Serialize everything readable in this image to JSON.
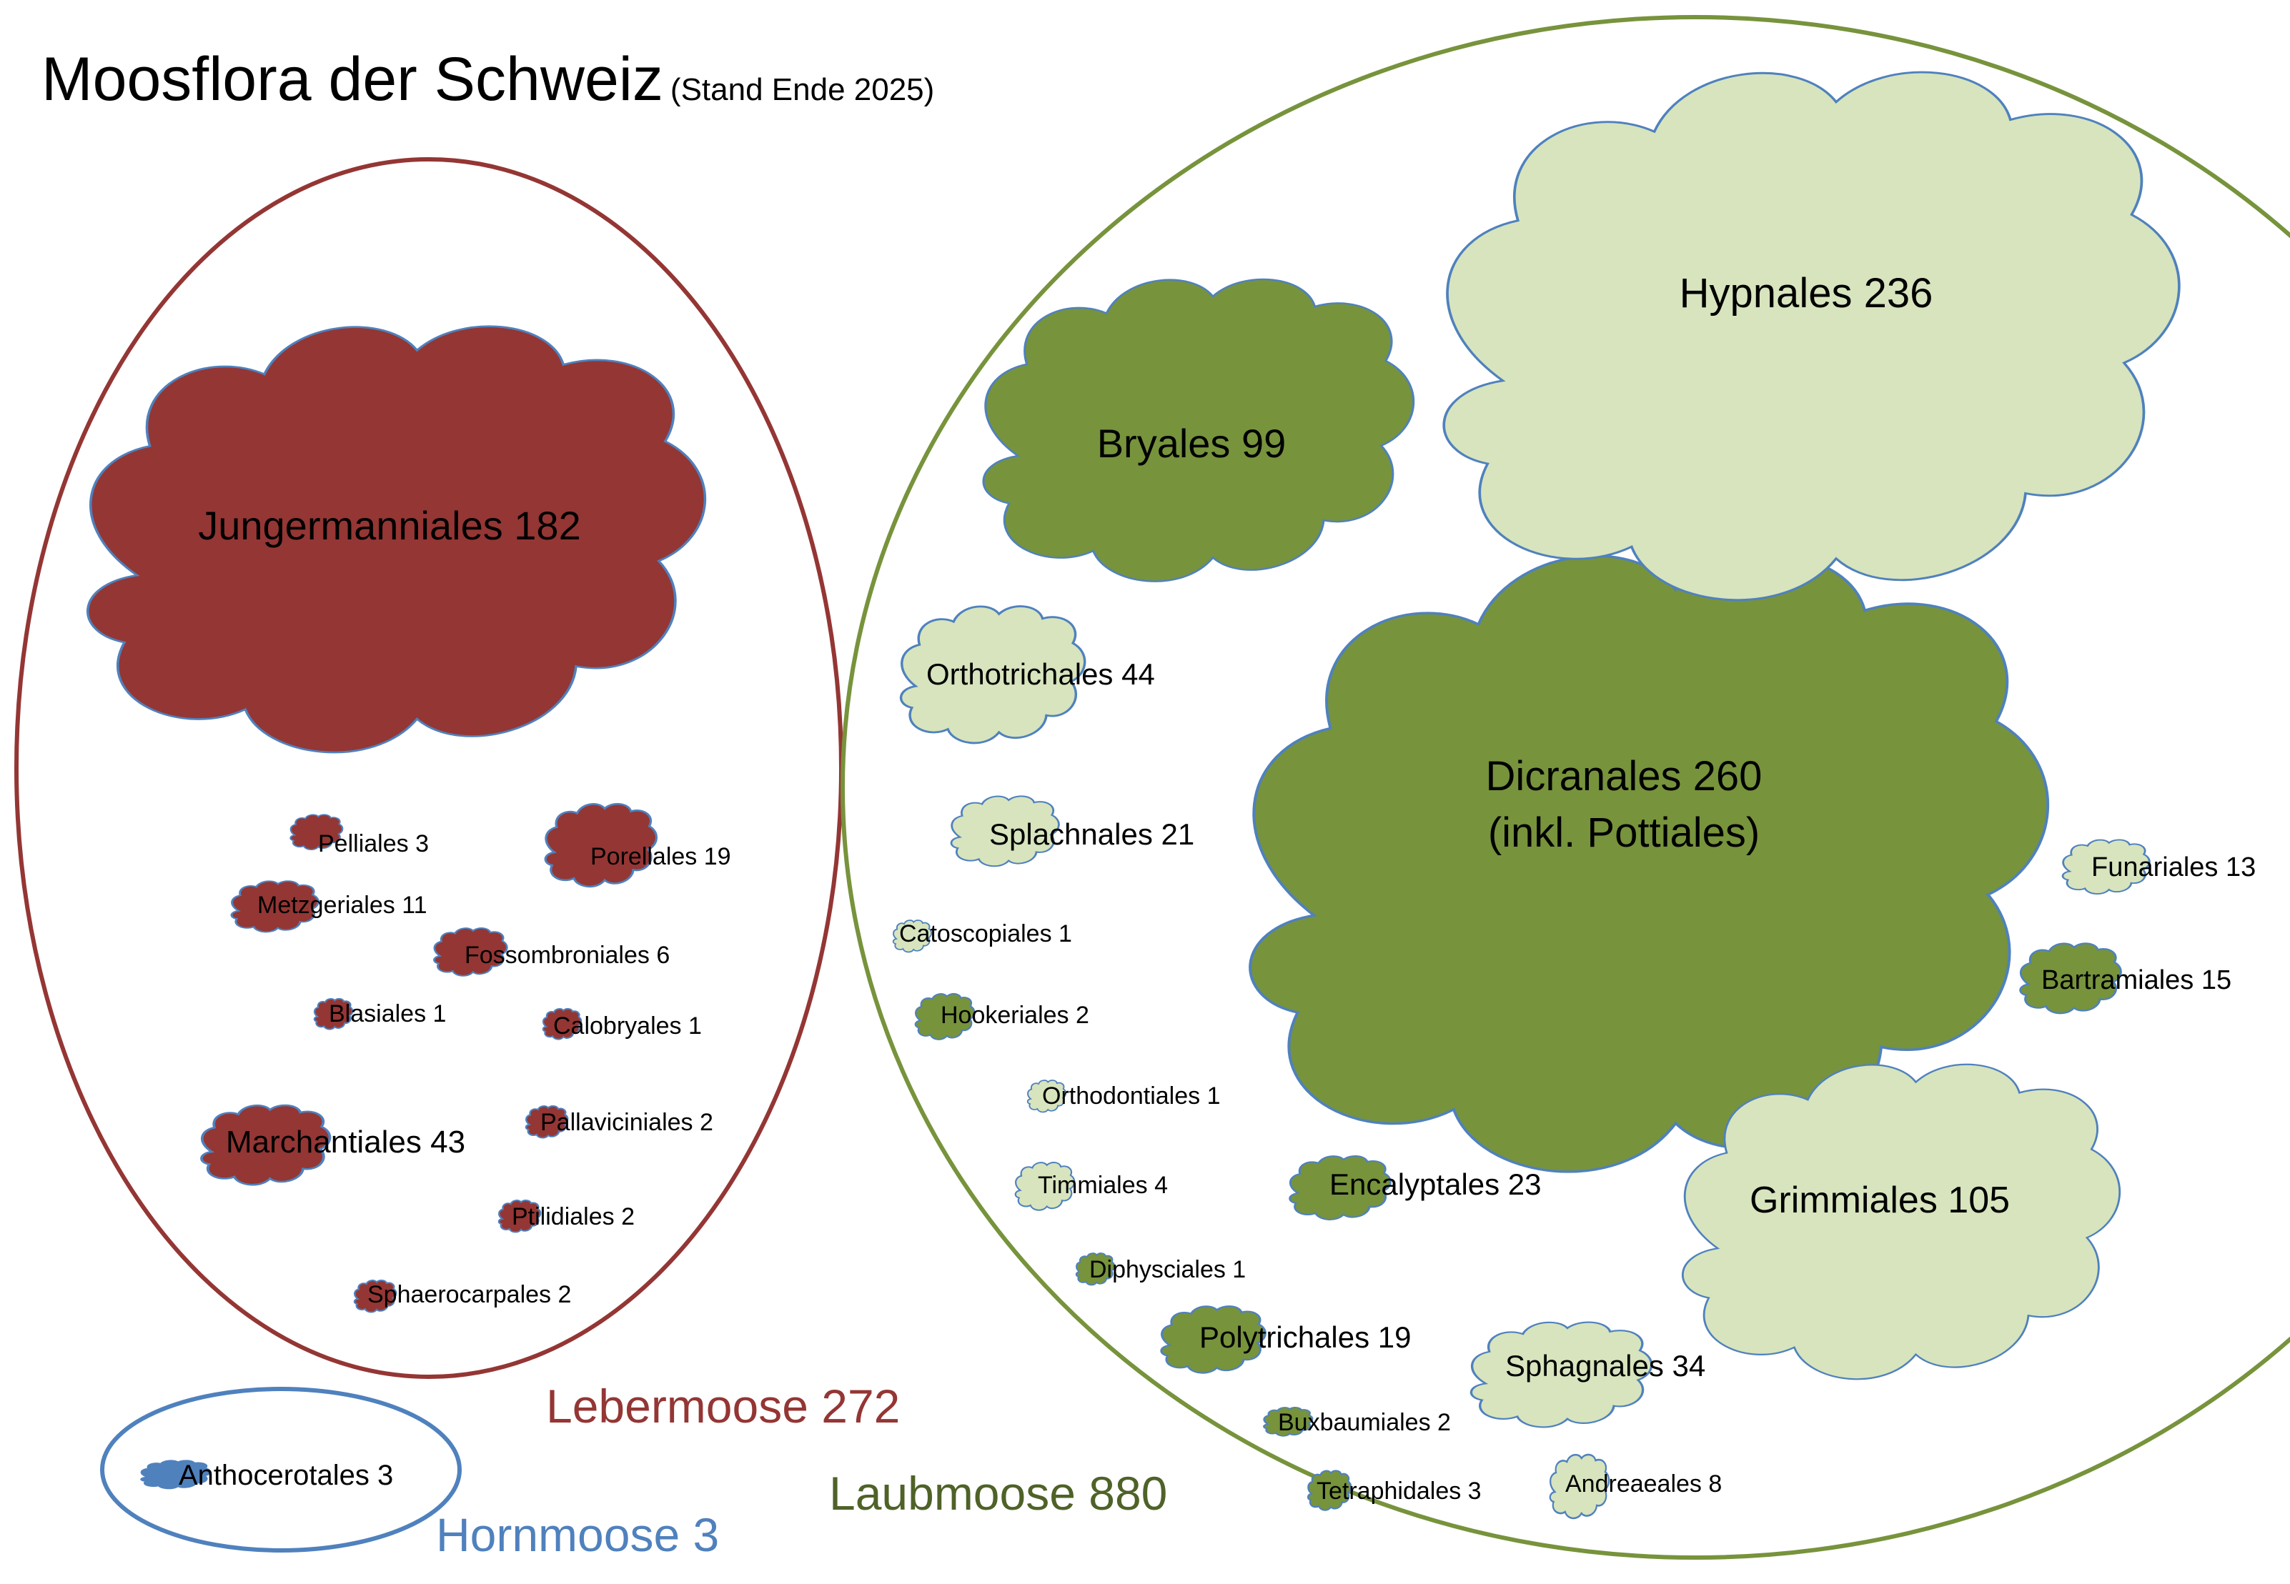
{
  "title": "Moosflora der Schweiz",
  "subtitle": "(Stand Ende 2025)",
  "colors": {
    "liverwort": "#943634",
    "moss_dark": "#77933c",
    "moss_light": "#d7e4bd",
    "hornwort": "#4f81bd",
    "cloud_outline": "#4f81bd"
  },
  "groups": {
    "lebermoose": {
      "label": "Lebermoose 272",
      "color": "#943634"
    },
    "laubmoose": {
      "label": "Laubmoose 880",
      "color": "#4f6228"
    },
    "hornmoose": {
      "label": "Hornmoose 3",
      "color": "#4f81bd"
    }
  },
  "orders": {
    "jungermanniales": {
      "label": "Jungermanniales 182",
      "count": 182,
      "group": "Lebermoose"
    },
    "pelliales": {
      "label": "Pelliales 3",
      "count": 3,
      "group": "Lebermoose"
    },
    "porellales": {
      "label": "Porellales 19",
      "count": 19,
      "group": "Lebermoose"
    },
    "metzgeriales": {
      "label": "Metzgeriales 11",
      "count": 11,
      "group": "Lebermoose"
    },
    "fossombroniales": {
      "label": "Fossombroniales 6",
      "count": 6,
      "group": "Lebermoose"
    },
    "blasiales": {
      "label": "Blasiales 1",
      "count": 1,
      "group": "Lebermoose"
    },
    "calobryales": {
      "label": "Calobryales 1",
      "count": 1,
      "group": "Lebermoose"
    },
    "marchantiales": {
      "label": "Marchantiales 43",
      "count": 43,
      "group": "Lebermoose"
    },
    "pallaviciniales": {
      "label": "Pallaviciniales 2",
      "count": 2,
      "group": "Lebermoose"
    },
    "ptilidiales": {
      "label": "Ptilidiales 2",
      "count": 2,
      "group": "Lebermoose"
    },
    "sphaerocarpales": {
      "label": "Sphaerocarpales 2",
      "count": 2,
      "group": "Lebermoose"
    },
    "anthocerotales": {
      "label": "Anthocerotales 3",
      "count": 3,
      "group": "Hornmoose"
    },
    "hypnales": {
      "label": "Hypnales 236",
      "count": 236,
      "group": "Laubmoose"
    },
    "bryales": {
      "label": "Bryales 99",
      "count": 99,
      "group": "Laubmoose"
    },
    "dicranales": {
      "label": "Dicranales 260",
      "label2": "(inkl. Pottiales)",
      "count": 260,
      "group": "Laubmoose"
    },
    "orthotrichales": {
      "label": "Orthotrichales 44",
      "count": 44,
      "group": "Laubmoose"
    },
    "splachnales": {
      "label": "Splachnales 21",
      "count": 21,
      "group": "Laubmoose"
    },
    "funariales": {
      "label": "Funariales 13",
      "count": 13,
      "group": "Laubmoose"
    },
    "catoscopiales": {
      "label": "Catoscopiales 1",
      "count": 1,
      "group": "Laubmoose"
    },
    "hookeriales": {
      "label": "Hookeriales 2",
      "count": 2,
      "group": "Laubmoose"
    },
    "bartramiales": {
      "label": "Bartramiales 15",
      "count": 15,
      "group": "Laubmoose"
    },
    "orthodontiales": {
      "label": "Orthodontiales 1",
      "count": 1,
      "group": "Laubmoose"
    },
    "timmiales": {
      "label": "Timmiales 4",
      "count": 4,
      "group": "Laubmoose"
    },
    "encalyptales": {
      "label": "Encalyptales 23",
      "count": 23,
      "group": "Laubmoose"
    },
    "grimmiales": {
      "label": "Grimmiales 105",
      "count": 105,
      "group": "Laubmoose"
    },
    "diphysciales": {
      "label": "Diphysciales 1",
      "count": 1,
      "group": "Laubmoose"
    },
    "polytrichales": {
      "label": "Polytrichales 19",
      "count": 19,
      "group": "Laubmoose"
    },
    "sphagnales": {
      "label": "Sphagnales 34",
      "count": 34,
      "group": "Laubmoose"
    },
    "buxbaumiales": {
      "label": "Buxbaumiales 2",
      "count": 2,
      "group": "Laubmoose"
    },
    "tetraphidales": {
      "label": "Tetraphidales 3",
      "count": 3,
      "group": "Laubmoose"
    },
    "andreaeales": {
      "label": "Andreaeales 8",
      "count": 8,
      "group": "Laubmoose"
    }
  }
}
